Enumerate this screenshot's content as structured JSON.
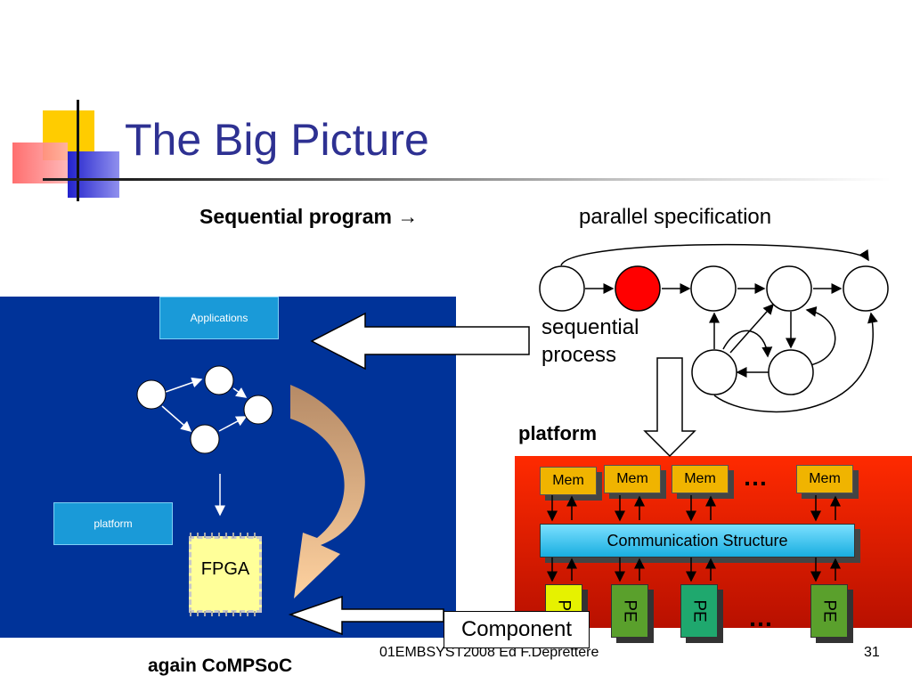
{
  "title": "The Big Picture",
  "sequential_program": "Sequential program →",
  "parallel_specification": "parallel specification",
  "sequential_process": [
    "sequential",
    "process"
  ],
  "platform_label": "platform",
  "applications_note": "Applications",
  "platform_note": "platform",
  "fpga_label": "FPGA",
  "mem_labels": [
    "Mem",
    "Mem",
    "Mem",
    "Mem"
  ],
  "ellipsis": "…",
  "communication_structure": "Communication Structure",
  "pe_labels": [
    "PE",
    "PE",
    "PE",
    "PE"
  ],
  "component_label": "Component",
  "footer_text": "01EMBSYST2008 Ed F.Deprettere",
  "page_number": "31",
  "again_label": "again CoMPSoC",
  "colors": {
    "title": "#2e3192",
    "blue_panel": "#003399",
    "red_panel": "#e82000",
    "highlight_node": "#ff0000",
    "mem": "#f0b400",
    "pe_colors": [
      "#e6f200",
      "#5aa02c",
      "#1fa86e",
      "#5aa02c"
    ]
  }
}
